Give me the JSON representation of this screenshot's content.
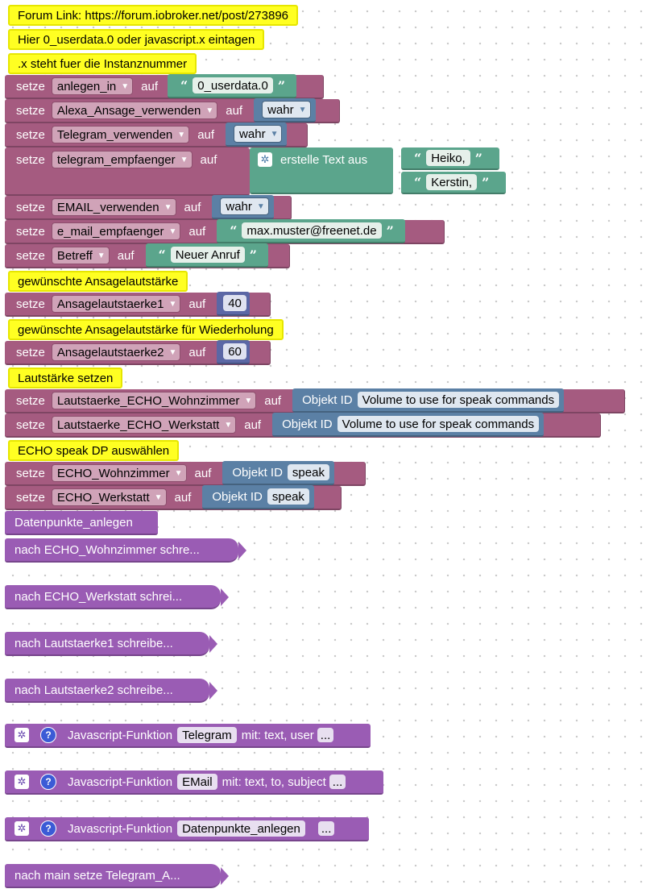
{
  "comments": {
    "forum": "Forum Link: https://forum.iobroker.net/post/273896",
    "hint1": "Hier 0_userdata.0 oder javascript.x eintagen",
    "hint2": ".x steht fuer die Instanznummer",
    "vol1": "gewünschte Ansagelautstärke",
    "vol2": "gewünschte Ansagelautstärke für Wiederholung",
    "setvol": "Lautstärke setzen",
    "echo": "ECHO speak DP auswählen"
  },
  "kw": {
    "set": "setze",
    "to": "auf",
    "objid": "Objekt ID",
    "create_text": "erstelle Text aus",
    "jsfunc": "Javascript-Funktion"
  },
  "vars": {
    "anlegen_in": "anlegen_in",
    "alexa": "Alexa_Ansage_verwenden",
    "telegram": "Telegram_verwenden",
    "tg_empf": "telegram_empfaenger",
    "email": "EMAIL_verwenden",
    "email_empf": "e_mail_empfaenger",
    "betreff": "Betreff",
    "vol1": "Ansagelautstaerke1",
    "vol2": "Ansagelautstaerke2",
    "echo_wz": "Lautstaerke_ECHO_Wohnzimmer",
    "echo_ws": "Lautstaerke_ECHO_Werkstatt",
    "speak_wz": "ECHO_Wohnzimmer",
    "speak_ws": "ECHO_Werkstatt"
  },
  "values": {
    "userdata": "0_userdata.0",
    "wahr": "wahr",
    "heiko": "Heiko,",
    "kerstin": "Kerstin,",
    "mail": "max.muster@freenet.de",
    "anruf": "Neuer Anruf",
    "v40": "40",
    "v60": "60",
    "volume_id": "Volume to use for speak commands",
    "speak": "speak"
  },
  "procs": {
    "dp": "Datenpunkte_anlegen",
    "nach_wz": "nach ECHO_Wohnzimmer  schre...",
    "nach_ws": "nach ECHO_Werkstatt  schrei...",
    "nach_l1": "nach Lautstaerke1  schreibe...",
    "nach_l2": "nach Lautstaerke2  schreibe...",
    "nach_main": "nach main  setze Telegram_A..."
  },
  "functions": [
    {
      "name": "Telegram",
      "params": "mit: text, user"
    },
    {
      "name": "EMail",
      "params": "mit: text, to, subject"
    },
    {
      "name": "Datenpunkte_anlegen",
      "params": ""
    }
  ],
  "ellipsis": "..."
}
